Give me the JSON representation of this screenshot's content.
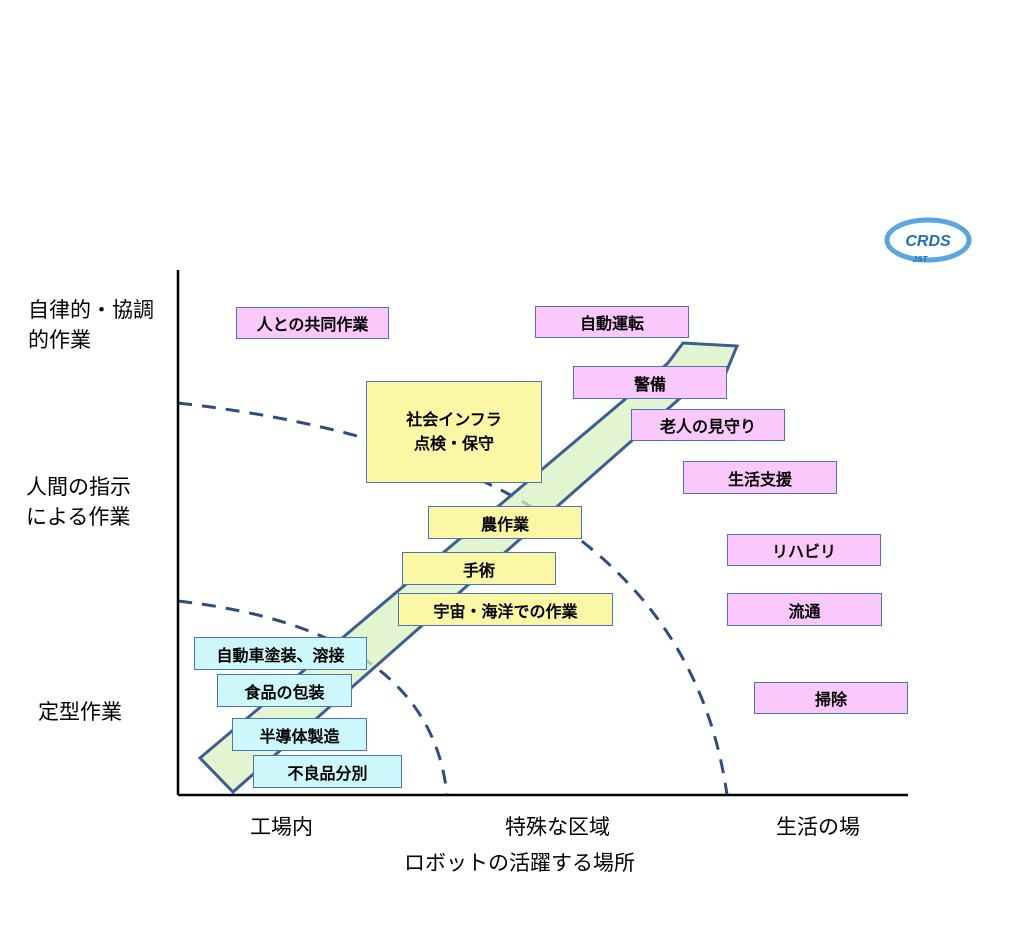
{
  "y_labels": {
    "top_line1": "自律的・協調",
    "top_line2": "的作業",
    "mid_line1": "人間の指示",
    "mid_line2": "による作業",
    "bottom": "定型作業"
  },
  "x_labels": {
    "left": "工場内",
    "middle": "特殊な区域",
    "right": "生活の場"
  },
  "x_title": "ロボットの活躍する場所",
  "logo": {
    "text": "CRDS",
    "sub": "JST"
  },
  "boxes": {
    "kyodo": "人との共同作業",
    "jidounten": "自動運転",
    "keibi": "警備",
    "infra_line1": "社会インフラ",
    "infra_line2": "点検・保守",
    "mimamori": "老人の見守り",
    "seikatsu_shien": "生活支援",
    "nosagyo": "農作業",
    "rihabiri": "リハビリ",
    "shujutsu": "手術",
    "uchu": "宇宙・海洋での作業",
    "ryutsu": "流通",
    "tosou": "自動車塗装、溶接",
    "shokuhin": "食品の包装",
    "souji": "掃除",
    "handoutai": "半導体製造",
    "furyo": "不良品分別"
  },
  "colors": {
    "axis": "#000000",
    "dashed": "#2f4f7a",
    "arrow_fill": "#d8f0c0",
    "arrow_stroke": "#3d5f8f",
    "box_border": "#4a73b8",
    "pink": "#fbc8fb",
    "yellow": "#fbf7a4",
    "cyan": "#ccf8fb"
  }
}
